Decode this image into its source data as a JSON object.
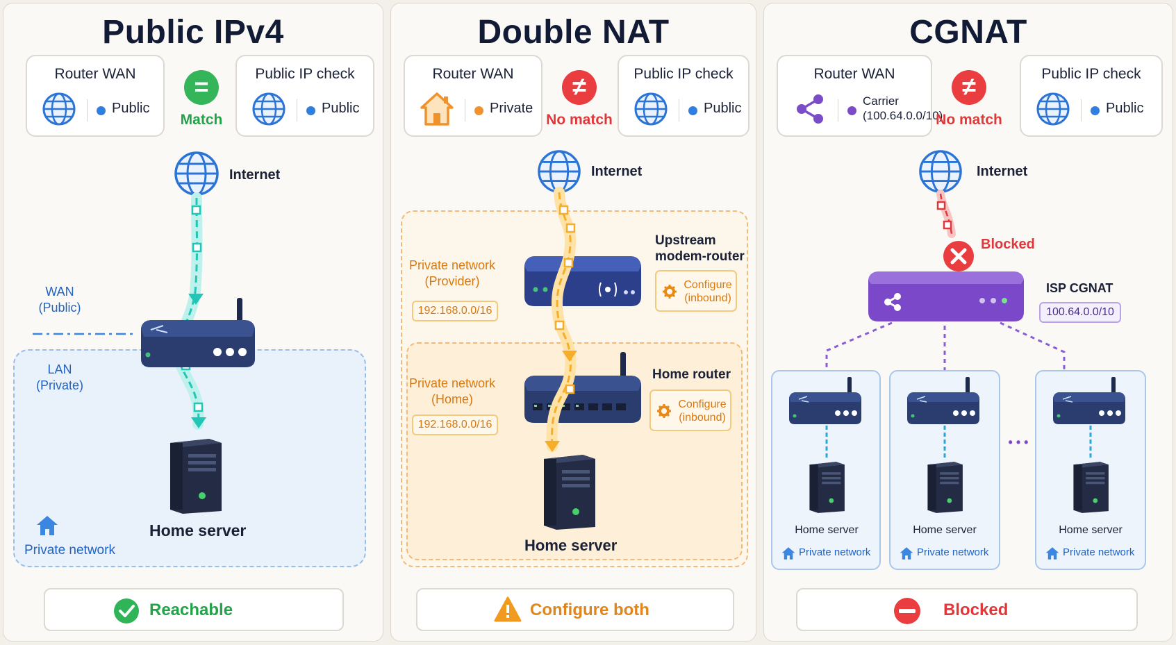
{
  "colors": {
    "public_blue": "#2f7fe0",
    "match_green": "#22a34a",
    "nomatch_red": "#e0383a",
    "private_orange": "#f0922b",
    "carrier_purple": "#7a4cc8"
  },
  "panels": [
    {
      "title": "Public IPv4",
      "router_wan": {
        "title": "Router WAN",
        "value": "Public",
        "icon": "globe-icon"
      },
      "comparison": {
        "symbol": "=",
        "label": "Match"
      },
      "public_ip": {
        "title": "Public IP check",
        "value": "Public",
        "icon": "globe-icon"
      },
      "internet_label": "Internet",
      "wan_label": "WAN\n(Public)",
      "lan_label": "LAN\n(Private)",
      "server_label": "Home server",
      "private_network_label": "Private network",
      "status": {
        "label": "Reachable",
        "icon": "check-icon"
      }
    },
    {
      "title": "Double NAT",
      "router_wan": {
        "title": "Router WAN",
        "value": "Private",
        "icon": "house-icon"
      },
      "comparison": {
        "symbol": "≠",
        "label": "No match"
      },
      "public_ip": {
        "title": "Public IP check",
        "value": "Public",
        "icon": "globe-icon"
      },
      "internet_label": "Internet",
      "upstream": {
        "label": "Upstream\nmodem-router",
        "network": "Private network\n(Provider)",
        "subnet": "192.168.0.0/16",
        "configure": "Configure\n(inbound)"
      },
      "home": {
        "label": "Home router",
        "network": "Private network\n(Home)",
        "subnet": "192.168.0.0/16",
        "configure": "Configure\n(inbound)"
      },
      "server_label": "Home server",
      "status": {
        "label": "Configure both",
        "icon": "warning-icon"
      }
    },
    {
      "title": "CGNAT",
      "router_wan": {
        "title": "Router WAN",
        "value": "Carrier\n(100.64.0.0/10)",
        "icon": "share-icon"
      },
      "comparison": {
        "symbol": "≠",
        "label": "No match"
      },
      "public_ip": {
        "title": "Public IP check",
        "value": "Public",
        "icon": "globe-icon"
      },
      "internet_label": "Internet",
      "blocked_label": "Blocked",
      "cgnat": {
        "label": "ISP CGNAT",
        "subnet": "100.64.0.0/10"
      },
      "subscribers": [
        {
          "server": "Home server",
          "network": "Private network"
        },
        {
          "server": "Home server",
          "network": "Private network"
        },
        {
          "server": "Home server",
          "network": "Private network"
        }
      ],
      "ellipsis": "• • •",
      "status": {
        "label": "Blocked",
        "icon": "no-entry-icon"
      }
    }
  ]
}
